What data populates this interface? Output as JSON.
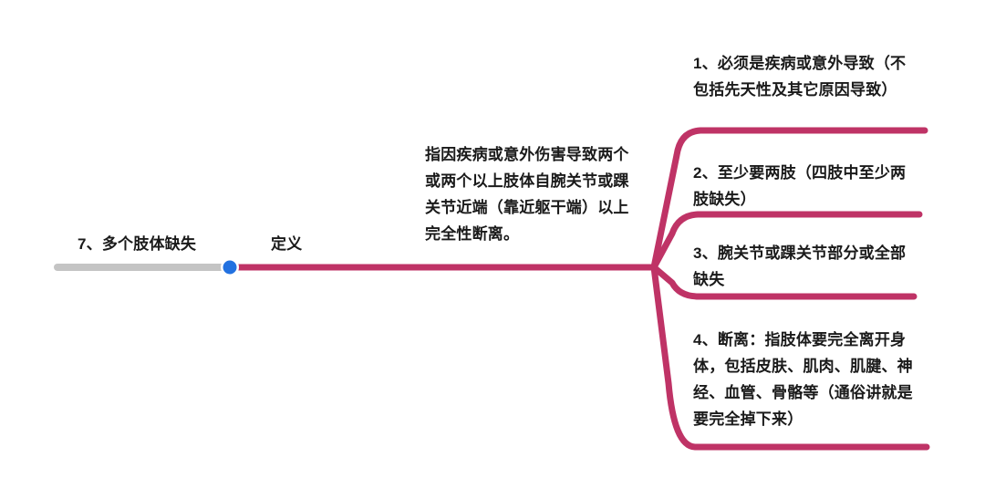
{
  "diagram": {
    "type": "mind-map",
    "orientation": "left-to-right",
    "colors": {
      "trunk_gray": "#c4c4c4",
      "branch_pink": "#bf3366",
      "node_dot_blue": "#2271e0",
      "text": "#1a1a1a",
      "background": "#ffffff"
    },
    "root": {
      "label": "7、多个肢体缺失"
    },
    "relation": {
      "label": "定义"
    },
    "definition": {
      "text": "指因疾病或意外伤害导致两个或两个以上肢体自腕关节或踝关节近端（靠近躯干端）以上完全性断离。"
    },
    "branches": [
      {
        "index": "1",
        "text": "1、必须是疾病或意外导致（不包括先天性及其它原因导致）"
      },
      {
        "index": "2",
        "text": "2、至少要两肢（四肢中至少两肢缺失）"
      },
      {
        "index": "3",
        "text": "3、腕关节或踝关节部分或全部缺失"
      },
      {
        "index": "4",
        "text": "4、断离：指肢体要完全离开身体，包括皮肤、肌肉、肌腱、神经、血管、骨骼等（通俗讲就是要完全掉下来）"
      }
    ]
  }
}
